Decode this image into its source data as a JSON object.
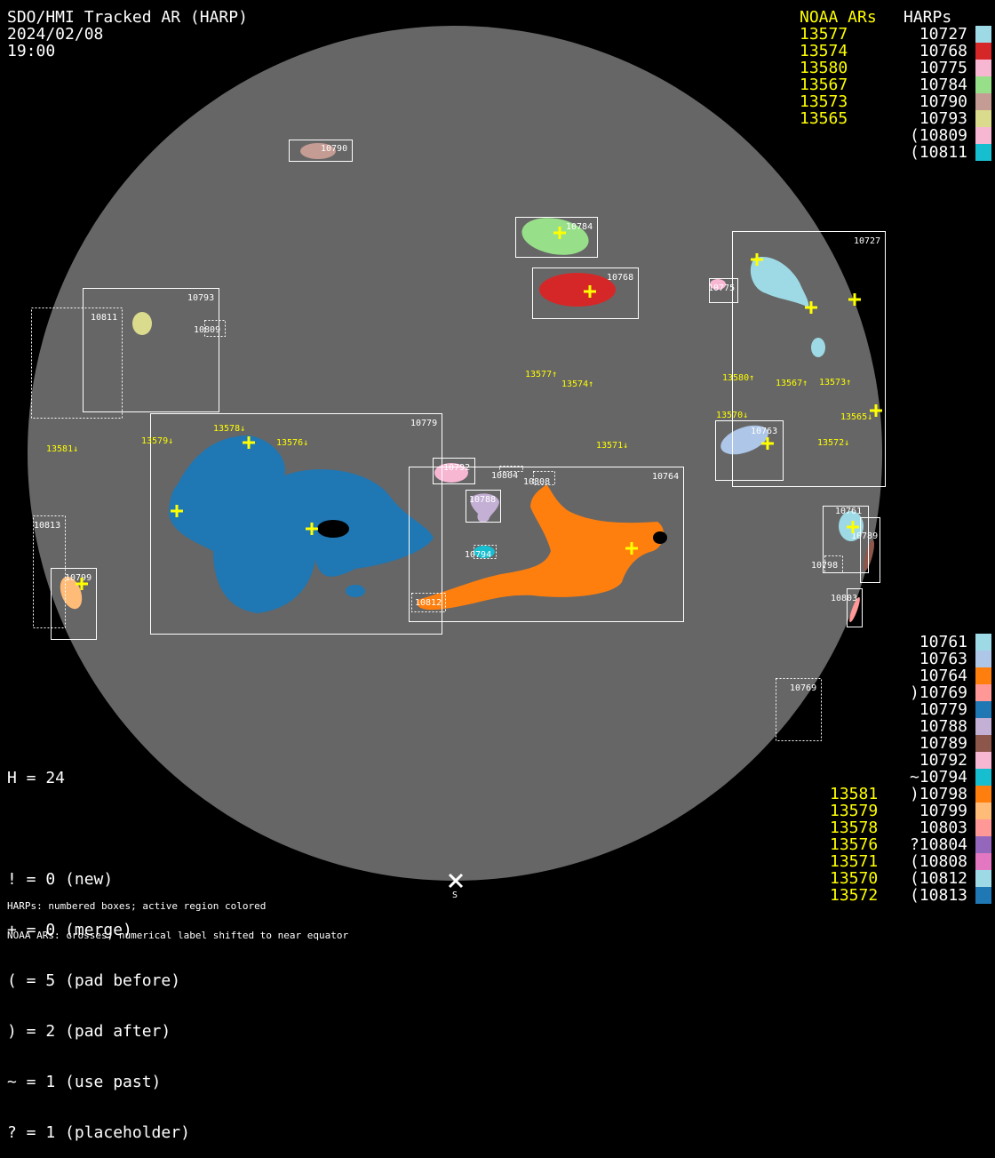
{
  "header": {
    "title": "SDO/HMI Tracked AR (HARP)",
    "date": "2024/02/08",
    "time": "19:00"
  },
  "legend_top": {
    "noaa_heading": "NOAA ARs",
    "harp_heading": "HARPs",
    "rows": [
      {
        "noaa": "13577",
        "harp": "10727",
        "color": "#9edae5"
      },
      {
        "noaa": "13574",
        "harp": "10768",
        "color": "#d62728"
      },
      {
        "noaa": "13580",
        "harp": "10775",
        "color": "#f7b6d2"
      },
      {
        "noaa": "13567",
        "harp": "10784",
        "color": "#98df8a"
      },
      {
        "noaa": "13573",
        "harp": "10790",
        "color": "#c49c94"
      },
      {
        "noaa": "13565",
        "harp": "10793",
        "color": "#dbdb8d"
      },
      {
        "noaa": "",
        "harp": "(10809",
        "color": "#f7b6d2"
      },
      {
        "noaa": "",
        "harp": "(10811",
        "color": "#17becf"
      }
    ]
  },
  "legend_bottom": {
    "rows": [
      {
        "noaa": "",
        "harp": "10761",
        "color": "#9edae5"
      },
      {
        "noaa": "",
        "harp": "10763",
        "color": "#aec7e8"
      },
      {
        "noaa": "",
        "harp": "10764",
        "color": "#ff7f0e"
      },
      {
        "noaa": "",
        "harp": ")10769",
        "color": "#ff9896"
      },
      {
        "noaa": "",
        "harp": "10779",
        "color": "#1f77b4"
      },
      {
        "noaa": "",
        "harp": "10788",
        "color": "#c5b0d5"
      },
      {
        "noaa": "",
        "harp": "10789",
        "color": "#8c564b"
      },
      {
        "noaa": "",
        "harp": "10792",
        "color": "#f7b6d2"
      },
      {
        "noaa": "",
        "harp": "~10794",
        "color": "#17becf"
      },
      {
        "noaa": "13581",
        "harp": ")10798",
        "color": "#ff7f0e"
      },
      {
        "noaa": "13579",
        "harp": "10799",
        "color": "#ffbb78"
      },
      {
        "noaa": "13578",
        "harp": "10803",
        "color": "#ff9896"
      },
      {
        "noaa": "13576",
        "harp": "?10804",
        "color": "#9467bd"
      },
      {
        "noaa": "13571",
        "harp": "(10808",
        "color": "#e377c2"
      },
      {
        "noaa": "13570",
        "harp": "(10812",
        "color": "#9edae5"
      },
      {
        "noaa": "13572",
        "harp": "(10813",
        "color": "#1f77b4"
      }
    ]
  },
  "stats": {
    "h": "H = 24",
    "lines": [
      "! = 0 (new)",
      "+ = 0 (merge)",
      "( = 5 (pad before)",
      ") = 2 (pad after)",
      "~ = 1 (use past)",
      "? = 1 (placeholder)"
    ]
  },
  "footer": {
    "line1": "HARPs: numbered boxes; active region colored",
    "line2": "NOAA ARs: crosses; numerical label shifted to near equator"
  },
  "south_marker": "S",
  "disk": {
    "harp_boxes": [
      "10790",
      "10784",
      "10768",
      "10775",
      "10727",
      "10793",
      "10811",
      "10809",
      "10779",
      "10764",
      "10792",
      "10804",
      "10808",
      "10788",
      "10794",
      "10812",
      "10763",
      "10761",
      "10789",
      "10798",
      "10803",
      "10769",
      "10813",
      "10799"
    ],
    "noaa_labels": [
      "13577↑",
      "13574↑",
      "13580↑",
      "13567↑",
      "13573↑",
      "13565↓",
      "13572↓",
      "13571↓",
      "13570↓",
      "13581↓",
      "13579↓",
      "13578↓",
      "13576↓"
    ]
  },
  "colors": {
    "disk": "#666666",
    "noaa": "#ffff00",
    "box": "#ffffff"
  }
}
